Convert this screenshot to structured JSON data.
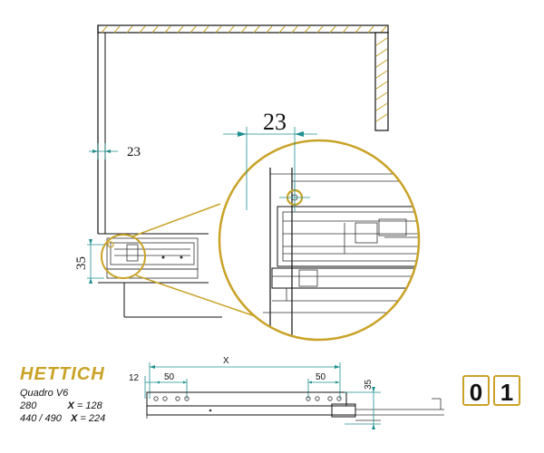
{
  "brand": "HETTICH",
  "product": "Quadro V6",
  "spec_rows": [
    {
      "length": "280",
      "x_label": "X",
      "value": "= 128"
    },
    {
      "length": "440 / 490",
      "x_label": "X",
      "value": "= 224"
    }
  ],
  "main_dimensions": {
    "side_offset": "23",
    "height": "35",
    "zoom_offset": "23"
  },
  "runner_dimensions": {
    "x": "X",
    "offset_12": "12",
    "hole_spacing_left": "50",
    "hole_spacing_right": "50",
    "height": "35"
  },
  "page_number": [
    "0",
    "1"
  ],
  "colors": {
    "accent": "#c9a227",
    "dimension": "#1f8f8f",
    "line": "#111111"
  }
}
